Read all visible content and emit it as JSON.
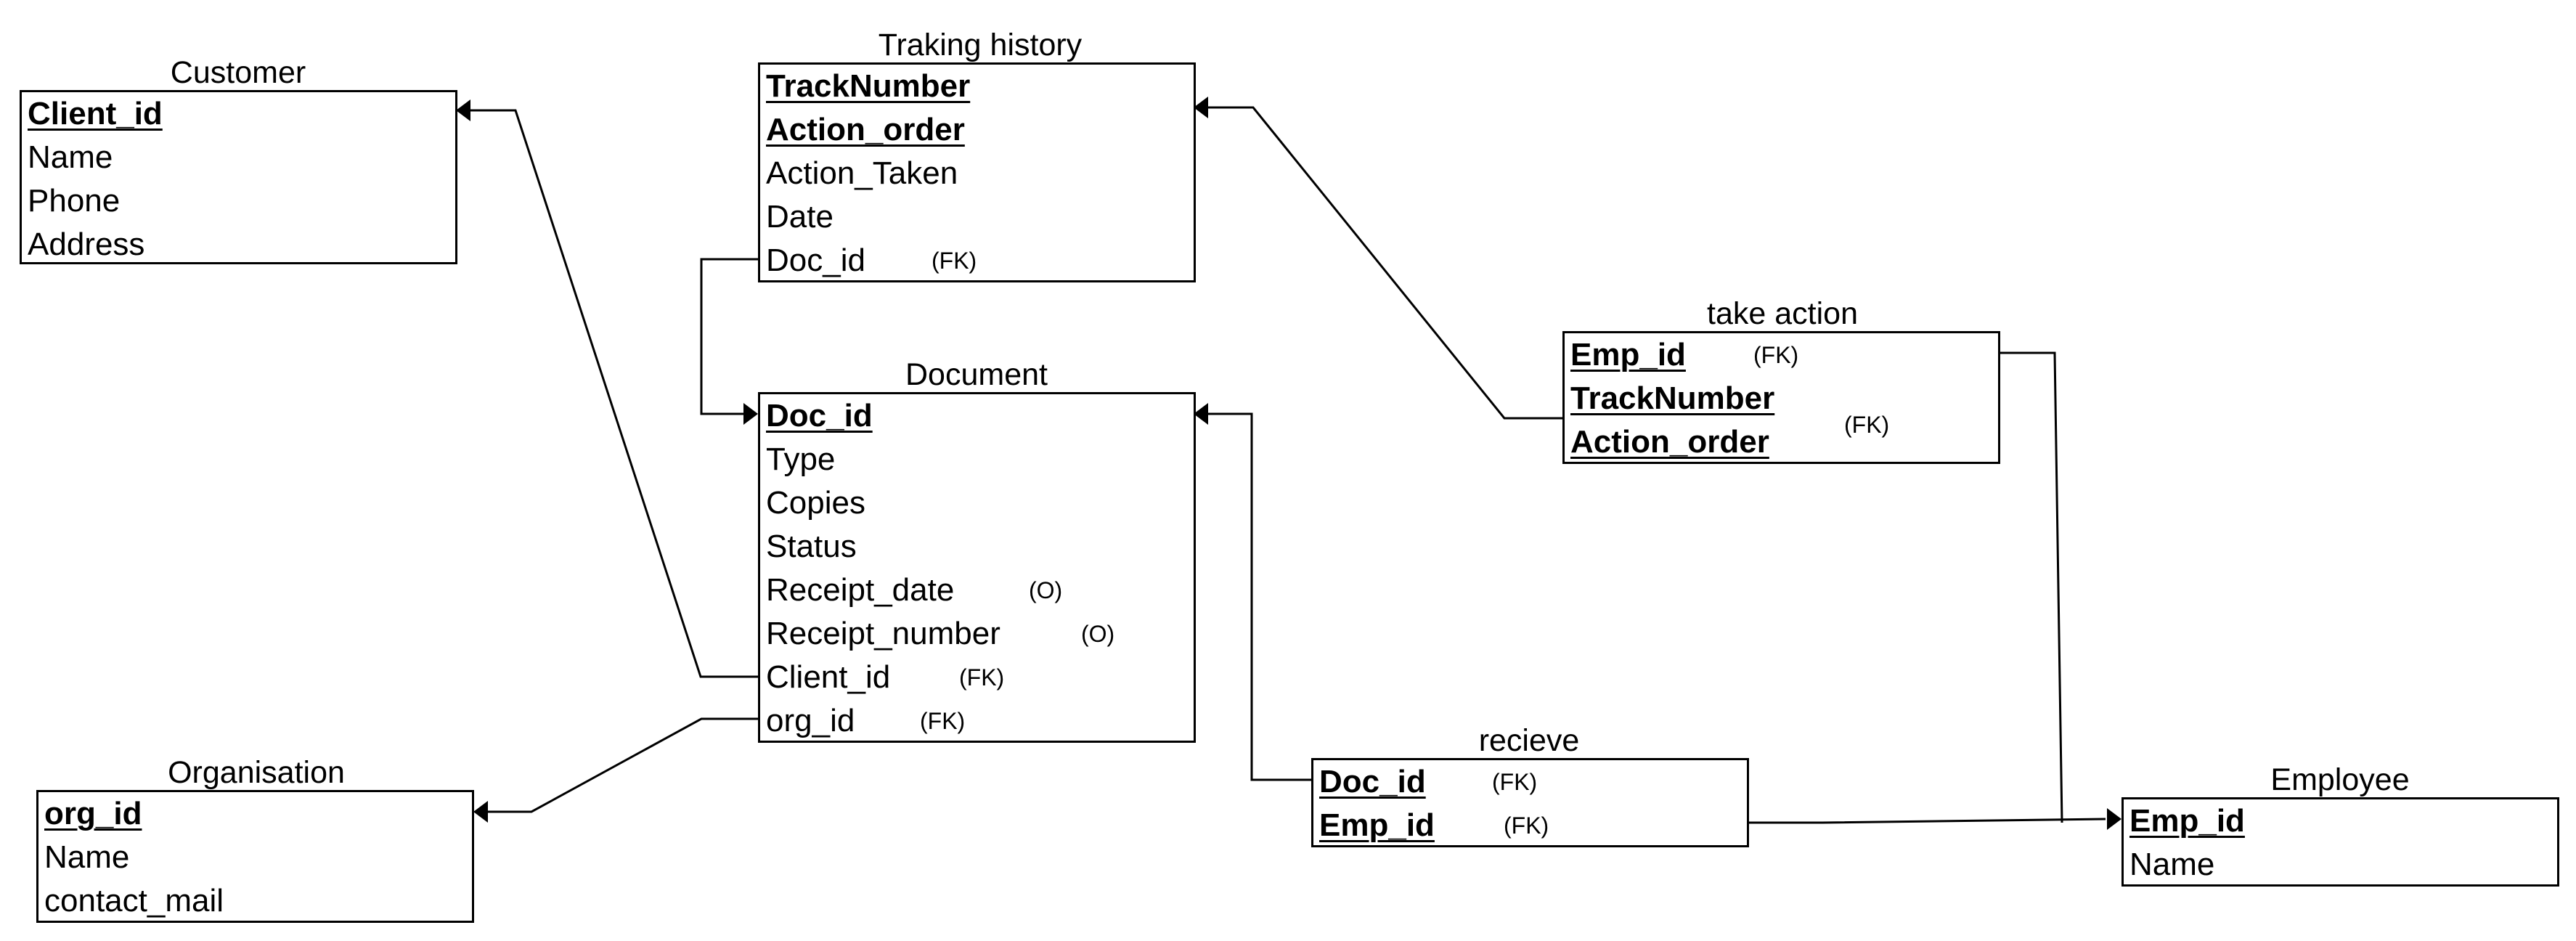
{
  "entities": {
    "customer": {
      "title": "Customer",
      "attributes": [
        {
          "name": "Client_id",
          "pk": true,
          "note": ""
        },
        {
          "name": "Name",
          "pk": false,
          "note": ""
        },
        {
          "name": "Phone",
          "pk": false,
          "note": ""
        },
        {
          "name": "Address",
          "pk": false,
          "note": ""
        }
      ]
    },
    "tracking_history": {
      "title": "Traking history",
      "attributes": [
        {
          "name": "TrackNumber",
          "pk": true,
          "note": ""
        },
        {
          "name": "Action_order",
          "pk": true,
          "note": ""
        },
        {
          "name": "Action_Taken",
          "pk": false,
          "note": ""
        },
        {
          "name": "Date",
          "pk": false,
          "note": ""
        },
        {
          "name": "Doc_id",
          "pk": false,
          "note": "(FK)"
        }
      ]
    },
    "document": {
      "title": "Document",
      "attributes": [
        {
          "name": "Doc_id",
          "pk": true,
          "note": ""
        },
        {
          "name": "Type",
          "pk": false,
          "note": ""
        },
        {
          "name": "Copies",
          "pk": false,
          "note": ""
        },
        {
          "name": "Status",
          "pk": false,
          "note": ""
        },
        {
          "name": "Receipt_date",
          "pk": false,
          "note": "(O)"
        },
        {
          "name": "Receipt_number",
          "pk": false,
          "note": "(O)"
        },
        {
          "name": "Client_id",
          "pk": false,
          "note": "(FK)"
        },
        {
          "name": "org_id",
          "pk": false,
          "note": "(FK)"
        }
      ]
    },
    "take_action": {
      "title": "take action",
      "attributes": [
        {
          "name": "Emp_id",
          "pk": true,
          "note": "(FK)"
        },
        {
          "name": "TrackNumber",
          "pk": true,
          "note": ""
        },
        {
          "name": "Action_order",
          "pk": true,
          "note": ""
        }
      ],
      "group_note": "(FK)"
    },
    "organisation": {
      "title": "Organisation",
      "attributes": [
        {
          "name": "org_id",
          "pk": true,
          "note": ""
        },
        {
          "name": "Name",
          "pk": false,
          "note": ""
        },
        {
          "name": "contact_mail",
          "pk": false,
          "note": ""
        }
      ]
    },
    "recieve": {
      "title": "recieve",
      "attributes": [
        {
          "name": "Doc_id",
          "pk": true,
          "note": "(FK)"
        },
        {
          "name": "Emp_id",
          "pk": true,
          "note": "(FK)"
        }
      ]
    },
    "employee": {
      "title": "Employee",
      "attributes": [
        {
          "name": "Emp_id",
          "pk": true,
          "note": ""
        },
        {
          "name": "Name",
          "pk": false,
          "note": ""
        }
      ]
    }
  }
}
